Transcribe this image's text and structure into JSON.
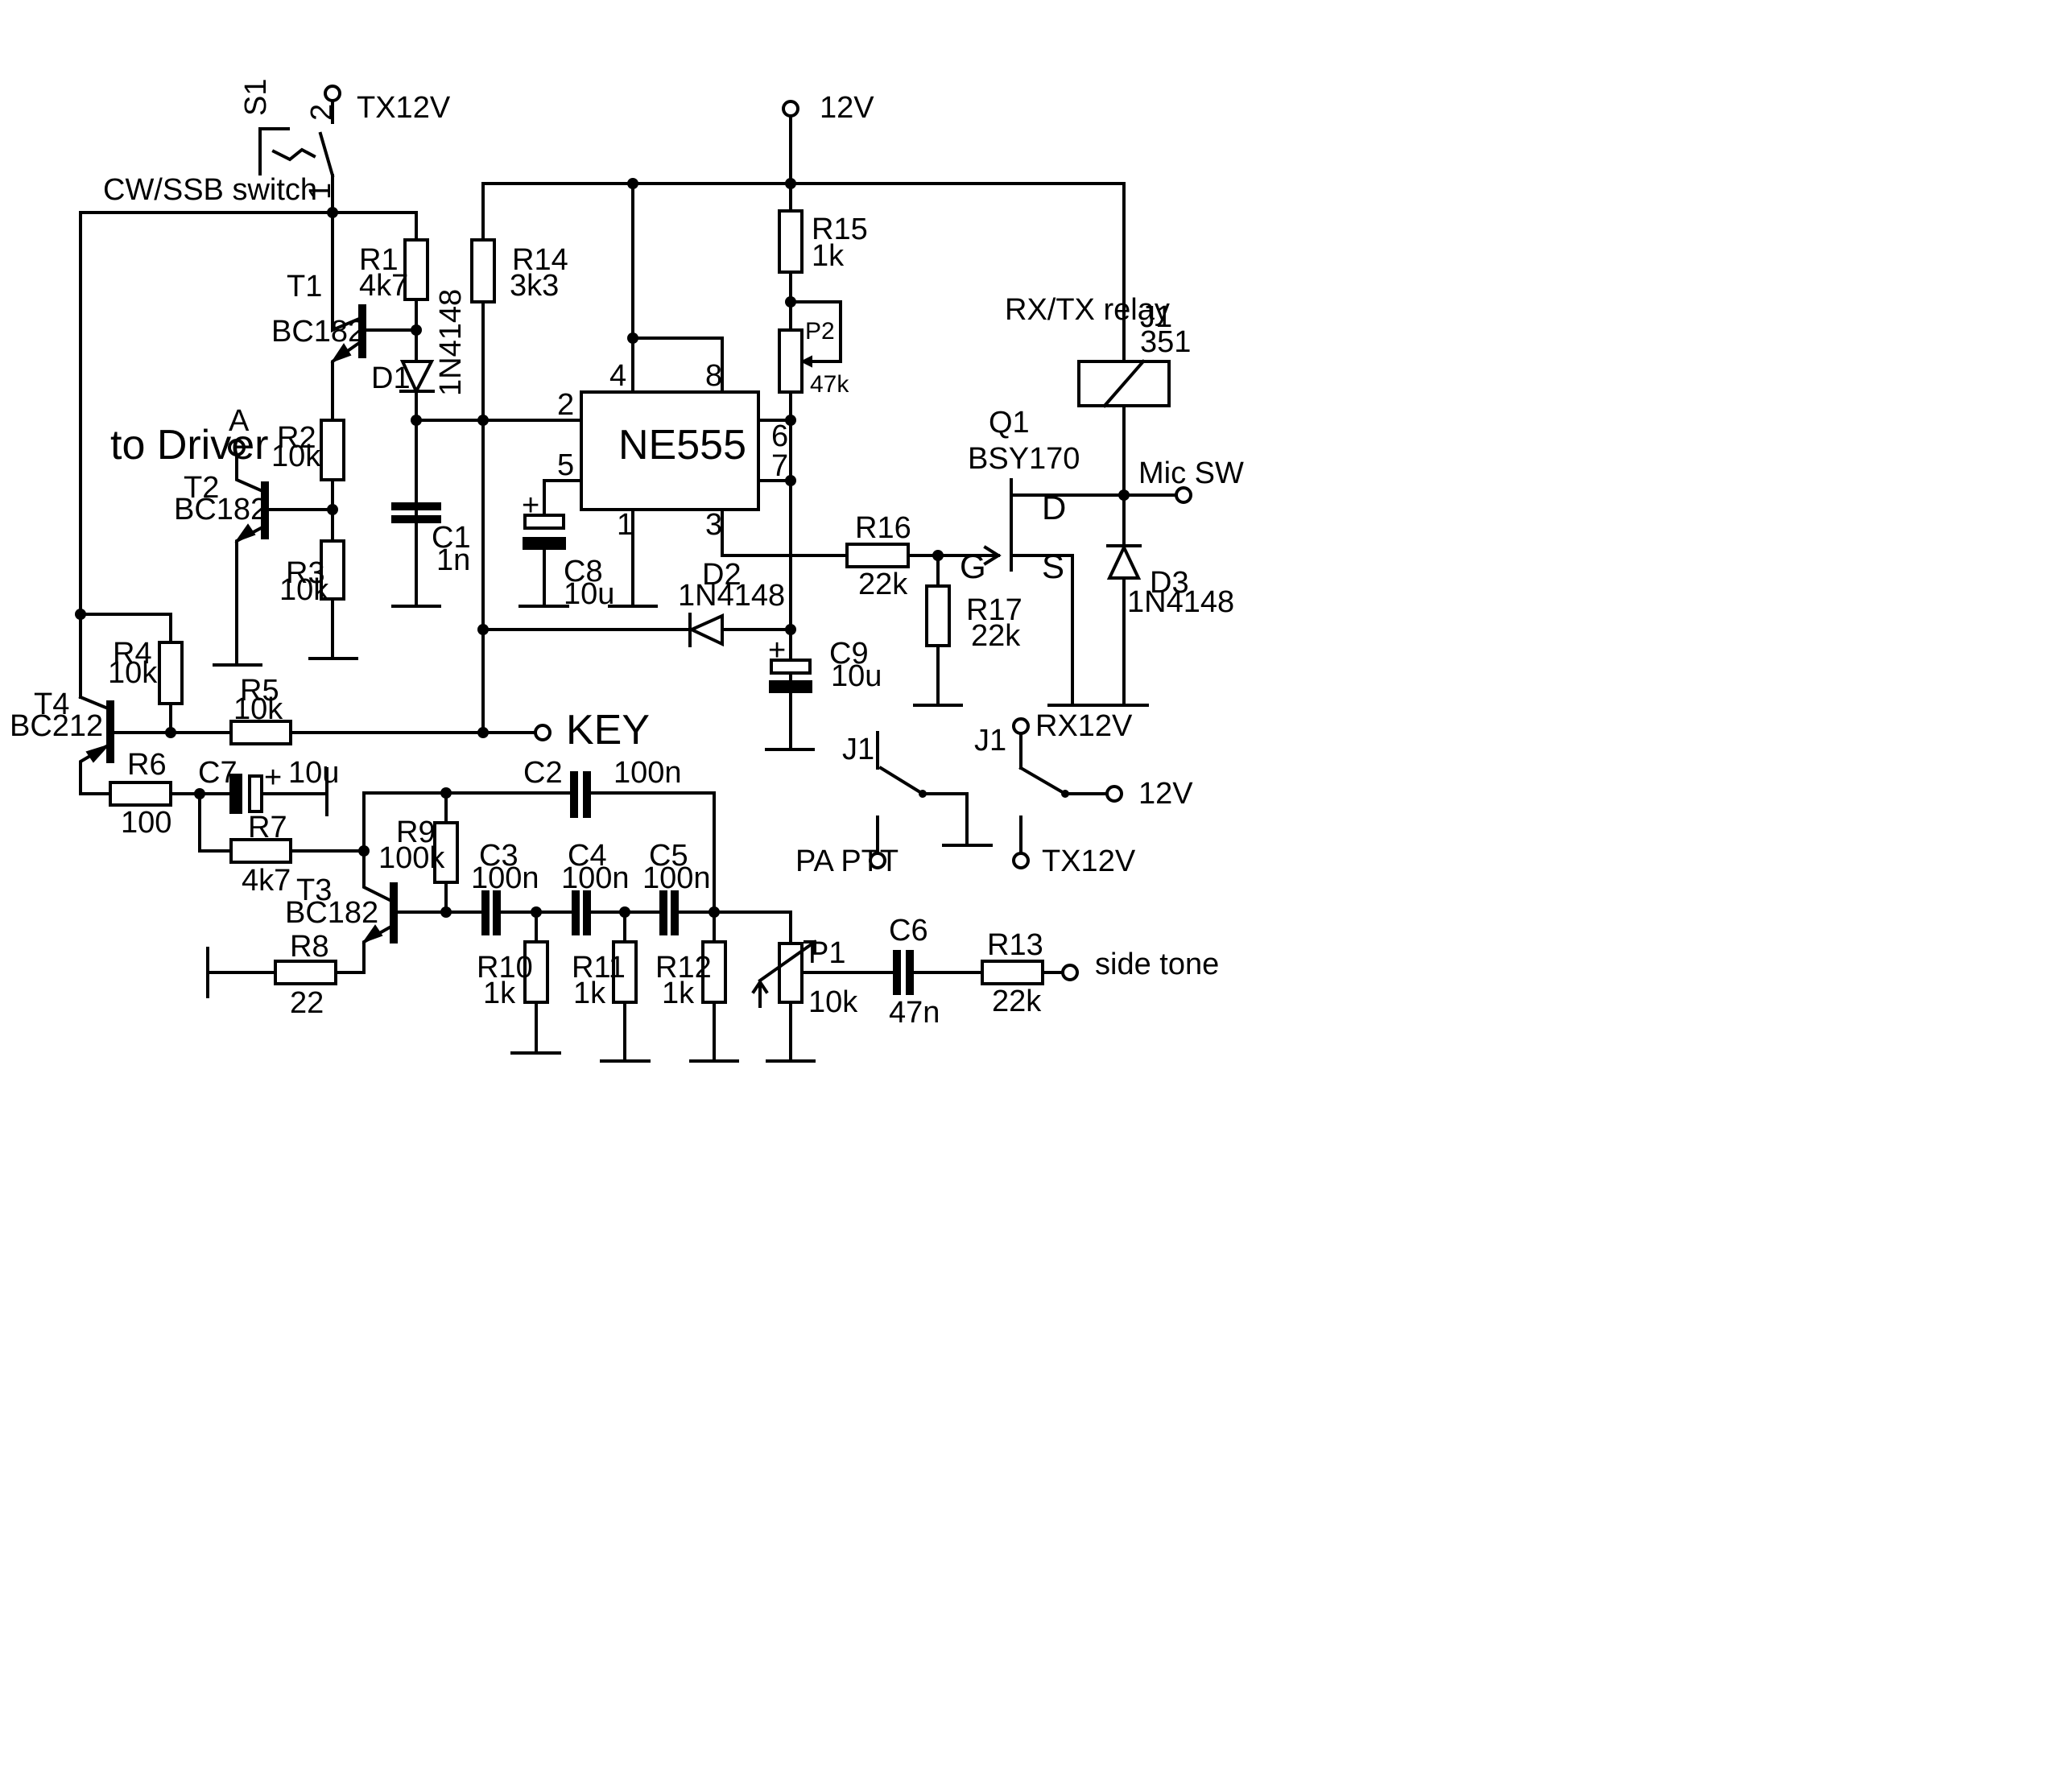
{
  "labels": {
    "tx12v_top": "TX12V",
    "s1": "S1",
    "s1_pin2": "2",
    "s1_pin1": "1",
    "cw_ssb": "CW/SSB switch",
    "v12_top": "12V",
    "r15": "R15",
    "r15_val": "1k",
    "r1": "R1",
    "r1_val": "4k7",
    "r14": "R14",
    "r14_val": "3k3",
    "t1": "T1",
    "t1_type": "BC182",
    "d1": "D1",
    "d1_type": "1N4148",
    "p2": "P2",
    "p2_val": "47k",
    "rxtx_relay": "RX/TX relay",
    "j1_top": "J1",
    "j1_val": "351",
    "pin4": "4",
    "pin8": "8",
    "pin2": "2",
    "pin6": "6",
    "pin5": "5",
    "pin7": "7",
    "pin1": "1",
    "pin3": "3",
    "ne555": "NE555",
    "to_driver": "to Driver",
    "point_a": "A",
    "r2": "R2",
    "r2_val": "10k",
    "t2": "T2",
    "t2_type": "BC182",
    "r3": "R3",
    "r3_val": "10k",
    "c1": "C1",
    "c1_val": "1n",
    "c8": "C8",
    "c8_val": "10u",
    "q1": "Q1",
    "q1_type": "BSY170",
    "mic_sw": "Mic SW",
    "d_pin": "D",
    "g_pin": "G",
    "s_pin": "S",
    "r16": "R16",
    "r16_val": "22k",
    "r17": "R17",
    "r17_val": "22k",
    "d2": "D2",
    "d2_type": "1N4148",
    "d3": "D3",
    "d3_type": "1N4148",
    "c9": "C9",
    "c9_val": "10u",
    "r4": "R4",
    "r4_val": "10k",
    "t4": "T4",
    "t4_type": "BC212",
    "r5": "R5",
    "r5_val": "10k",
    "key": "KEY",
    "j1_a": "J1",
    "j1_b": "J1",
    "rx12v": "RX12V",
    "r6": "R6",
    "r6_val": "100",
    "c7": "C7",
    "c7_val": "10u",
    "c2": "C2",
    "c2_val": "100n",
    "v12_mid": "12V",
    "r7": "R7",
    "r7_val": "4k7",
    "r9": "R9",
    "r9_val": "100k",
    "c3": "C3",
    "c3_val": "100n",
    "c4": "C4",
    "c4_val": "100n",
    "c5": "C5",
    "c5_val": "100n",
    "pa_ptt": "PA PTT",
    "tx12v_bot": "TX12V",
    "t3": "T3",
    "t3_type": "BC182",
    "r8": "R8",
    "r8_val": "22",
    "r10": "R10",
    "r10_val": "1k",
    "r11": "R11",
    "r11_val": "1k",
    "r12": "R12",
    "r12_val": "1k",
    "p1": "P1",
    "p1_val": "10k",
    "c6": "C6",
    "c6_val": "47n",
    "r13": "R13",
    "r13_val": "22k",
    "side_tone": "side tone",
    "plus": "+"
  }
}
